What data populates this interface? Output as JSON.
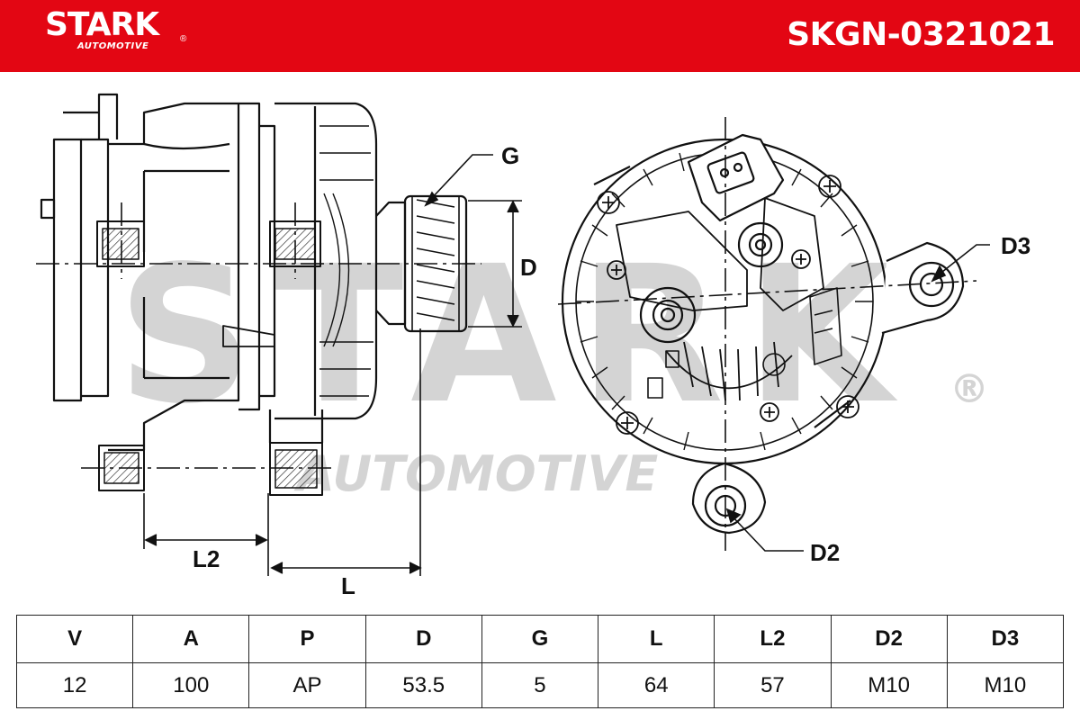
{
  "header": {
    "brand": "STARK",
    "brand_sub": "AUTOMOTIVE",
    "registered_mark": "®",
    "part_number": "SKGN-0321021",
    "background_color": "#e30613"
  },
  "watermark": {
    "brand": "STARK",
    "sub": "AUTOMOTIVE",
    "registered_mark": "®"
  },
  "drawing": {
    "labels": {
      "G": "G",
      "D": "D",
      "L2": "L2",
      "L": "L",
      "D3": "D3",
      "D2": "D2"
    }
  },
  "spec_table": {
    "headers": [
      "V",
      "A",
      "P",
      "D",
      "G",
      "L",
      "L2",
      "D2",
      "D3"
    ],
    "values": [
      "12",
      "100",
      "AP",
      "53.5",
      "5",
      "64",
      "57",
      "M10",
      "M10"
    ]
  }
}
